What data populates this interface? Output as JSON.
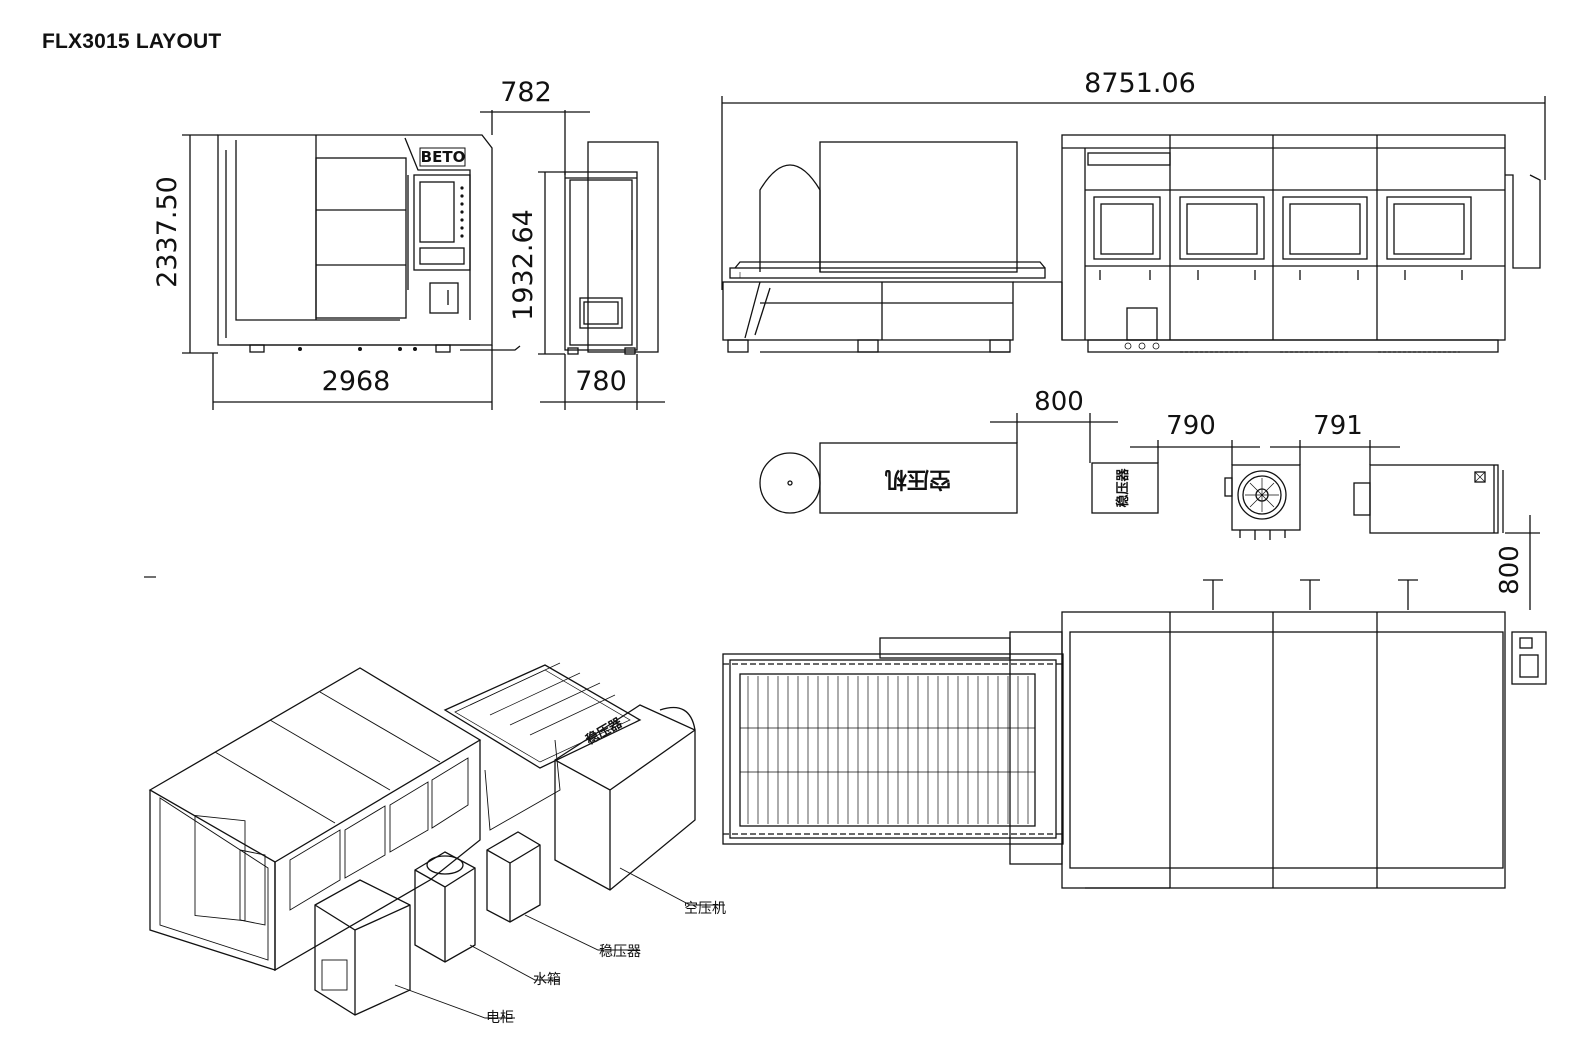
{
  "title": "FLX3015 LAYOUT",
  "dimensions": {
    "front_width": "2968",
    "front_height": "2337.50",
    "side_offset": "782",
    "side_height": "1932.64",
    "side_width": "780",
    "total_length": "8751.06",
    "gap_air_compressor": "800",
    "gap_stabilizer": "790",
    "gap_chiller": "791",
    "gap_vertical": "800"
  },
  "logo": "BETO",
  "equipment_labels": {
    "air_compressor_box": "空压机",
    "stabilizer_box": "稳压器",
    "iso_stabilizer_top": "稳压器",
    "air_compressor": "空压机",
    "stabilizer": "稳压器",
    "water_tank": "水箱",
    "cabinet": "电柜"
  },
  "colors": {
    "line": "#111111",
    "background": "#ffffff"
  }
}
